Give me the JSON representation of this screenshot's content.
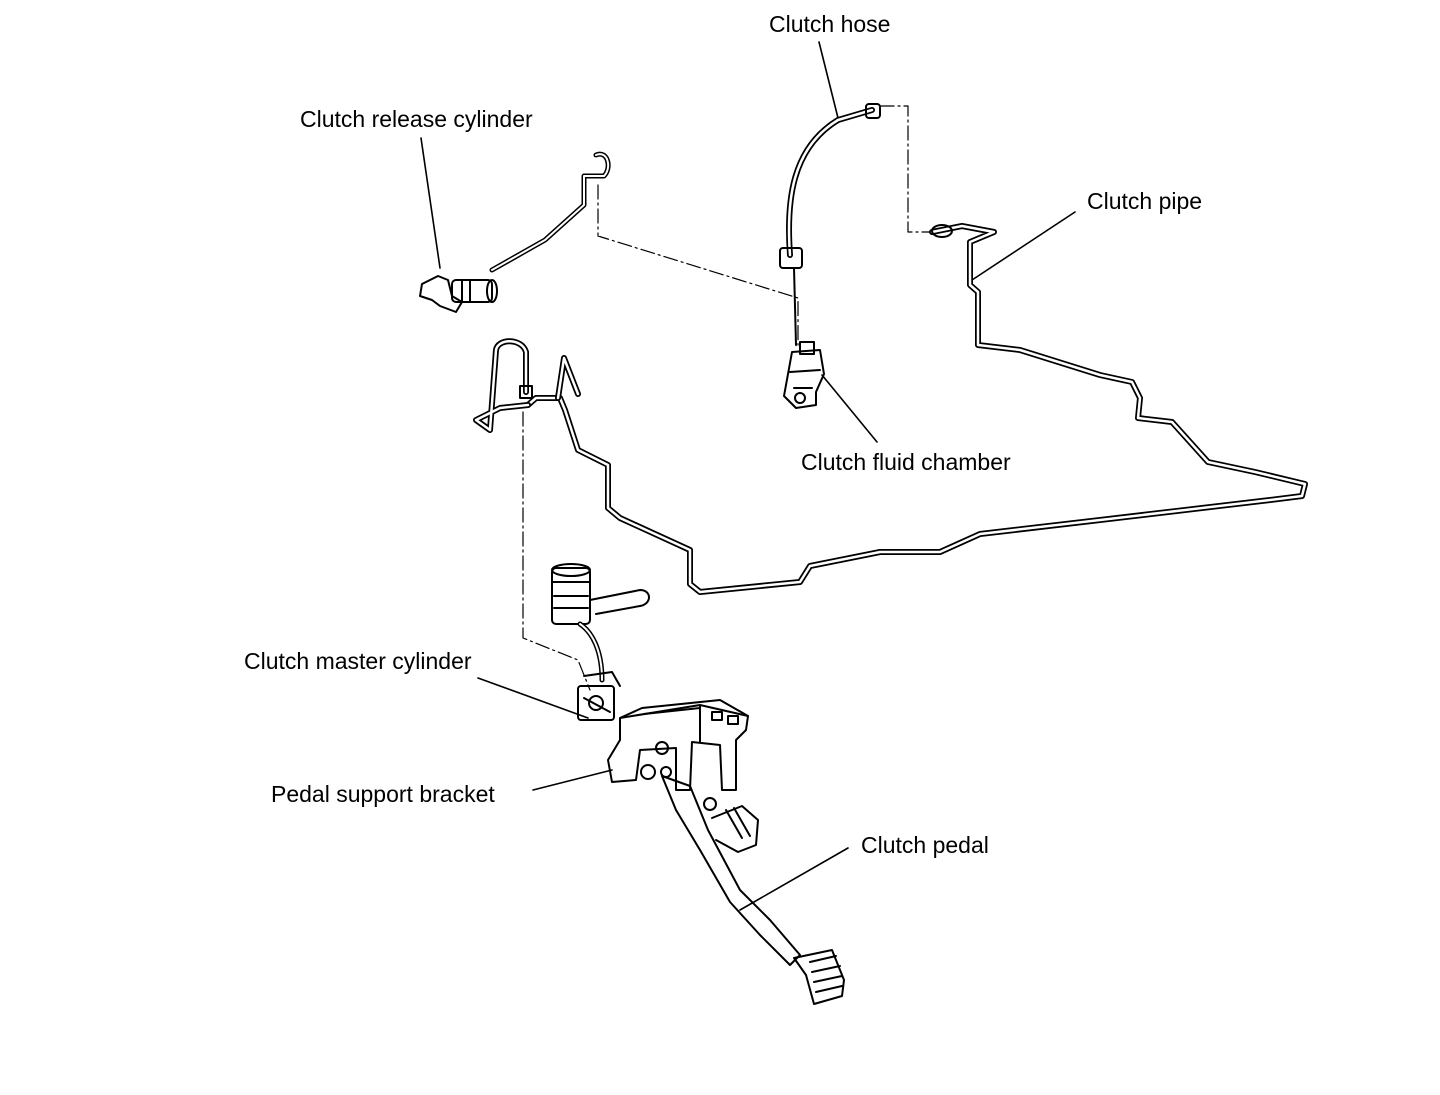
{
  "labels": {
    "clutch_hose": "Clutch hose",
    "clutch_release_cylinder": "Clutch release cylinder",
    "clutch_pipe": "Clutch pipe",
    "clutch_fluid_chamber": "Clutch fluid chamber",
    "clutch_master_cylinder": "Clutch master cylinder",
    "pedal_support_bracket": "Pedal support bracket",
    "clutch_pedal": "Clutch pedal"
  },
  "colors": {
    "line": "#000000",
    "background": "#ffffff"
  }
}
